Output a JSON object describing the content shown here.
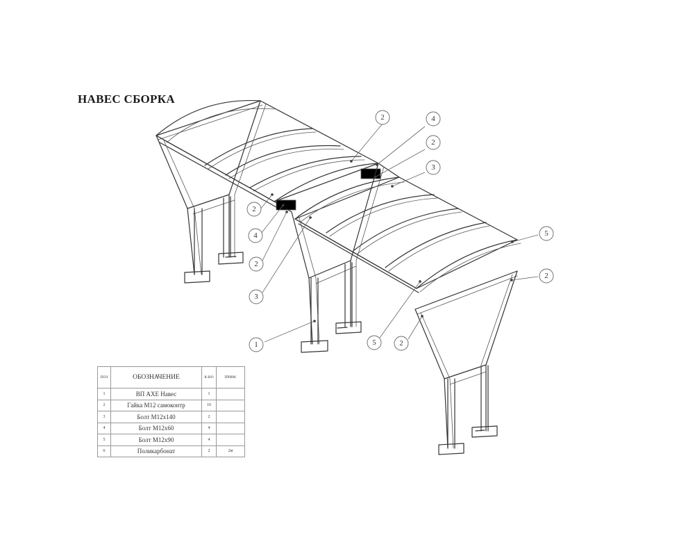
{
  "title": "НАВЕС СБОРКА",
  "callouts": [
    {
      "id": "c-top-2",
      "label": "2"
    },
    {
      "id": "c-top-4",
      "label": "4"
    },
    {
      "id": "c-top-2b",
      "label": "2"
    },
    {
      "id": "c-top-3",
      "label": "3"
    },
    {
      "id": "c-left-2",
      "label": "2"
    },
    {
      "id": "c-left-4",
      "label": "4"
    },
    {
      "id": "c-left-2b",
      "label": "2"
    },
    {
      "id": "c-left-3",
      "label": "3"
    },
    {
      "id": "c-right-5",
      "label": "5"
    },
    {
      "id": "c-right-2",
      "label": "2"
    },
    {
      "id": "c-bottom-1",
      "label": "1"
    },
    {
      "id": "c-bottom-5",
      "label": "5"
    },
    {
      "id": "c-bottom-2",
      "label": "2"
    }
  ],
  "spec_table": {
    "headers": {
      "pos": "ПОЗ",
      "name": "ОБОЗНАЧЕНИЕ",
      "qty": "К-ВО",
      "note": "ПРИМ."
    },
    "rows": [
      {
        "pos": "1",
        "name": "ВП АХЕ Навес",
        "qty": "1",
        "note": ""
      },
      {
        "pos": "2",
        "name": "Гайка М12 самоконтр",
        "qty": "10",
        "note": ""
      },
      {
        "pos": "3",
        "name": "Болт М12х140",
        "qty": "2",
        "note": ""
      },
      {
        "pos": "4",
        "name": "Болт М12х60",
        "qty": "4",
        "note": ""
      },
      {
        "pos": "5",
        "name": "Болт М12х90",
        "qty": "4",
        "note": ""
      },
      {
        "pos": "6",
        "name": "Поликарбонат",
        "qty": "2",
        "note": "2м"
      }
    ]
  }
}
